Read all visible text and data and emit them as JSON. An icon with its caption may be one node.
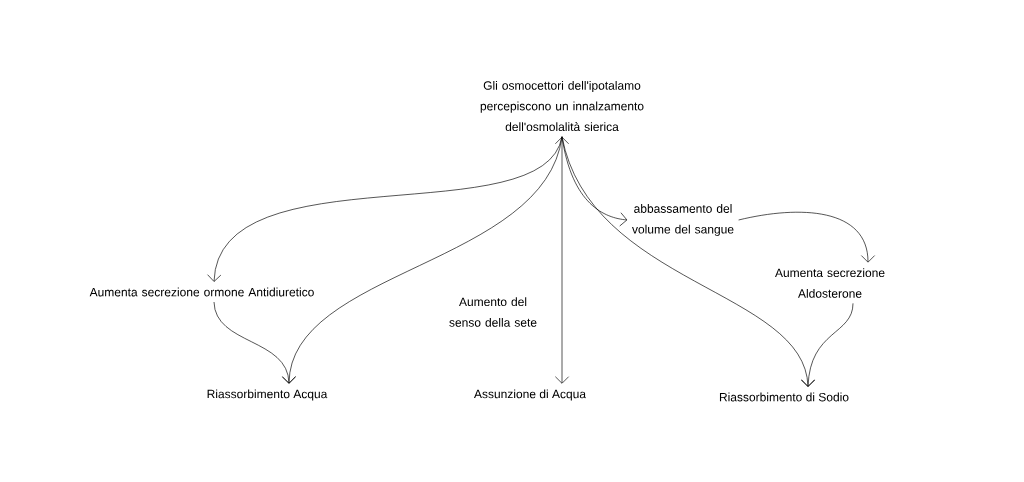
{
  "diagram": {
    "nodes": [
      {
        "text": [
          "Gli osmocettori dell'ipotalamo percepiscono un innalzamento dell'osmolalità sierica"
        ]
      },
      {
        "text": [
          "abbassamento del volume del sangue"
        ]
      },
      {
        "text": [
          "Aumenta secrezione ormone Antidiuretico"
        ]
      },
      {
        "text": [
          "Aumenta secrezione Aldosterone"
        ]
      },
      {
        "text": [
          "Riassorbimento Acqua"
        ]
      },
      {
        "text": [
          "Assunzione di Acqua"
        ]
      },
      {
        "text": [
          "Riassorbimento di Sodio"
        ]
      }
    ],
    "edges": [
      {
        "from": 0,
        "to": 2,
        "arrow": "to"
      },
      {
        "from": 0,
        "to": 4,
        "arrow": "to"
      },
      {
        "from": 0,
        "to": 5,
        "arrow": "both",
        "label": "Aumento del senso della sete"
      },
      {
        "from": 0,
        "to": 6,
        "arrow": "to"
      },
      {
        "from": 0,
        "to": 1,
        "arrow": "to"
      },
      {
        "from": 1,
        "to": 3,
        "arrow": "to"
      },
      {
        "from": 2,
        "to": 4,
        "arrow": "to"
      },
      {
        "from": 3,
        "to": 6,
        "arrow": "to"
      }
    ]
  }
}
